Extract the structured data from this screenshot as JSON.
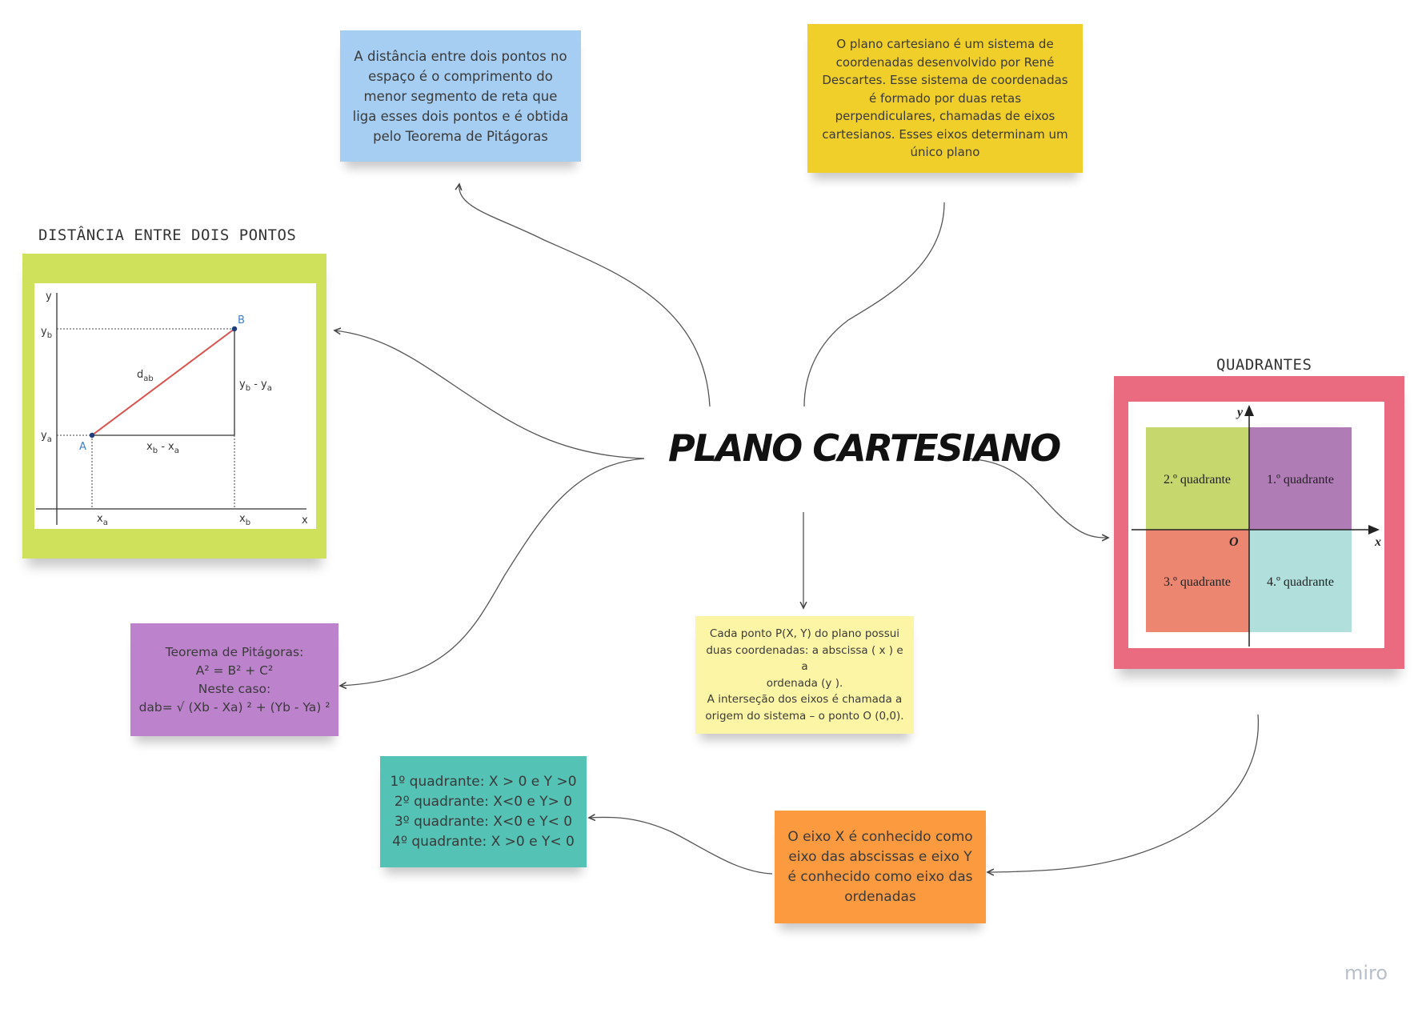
{
  "central_title": "PLANO CARTESIANO",
  "watermark": "miro",
  "notes": {
    "distance": "A distância entre dois pontos no\nespaço é o comprimento do\nmenor segmento de reta que\nliga esses dois pontos e é obtida\npelo Teorema de Pitágoras",
    "definition": "O plano cartesiano é um sistema de\ncoordenadas desenvolvido por René\nDescartes. Esse sistema de coordenadas\né formado por duas retas\nperpendiculares, chamadas de eixos\ncartesianos. Esses eixos determinam um\núnico plano",
    "pythagoras": "Teorema de Pitágoras:\nA² = B² + C²\nNeste caso:\ndab= √ (Xb - Xa) ² + (Yb - Ya) ²",
    "coordinates": "Cada ponto P(X, Y) do plano possui\nduas coordenadas: a abscissa ( x ) e\na\nordenada (y ).\nA interseção dos eixos é chamada a\norigem do sistema – o ponto O (0,0).",
    "quadrant_signs": "1º quadrante: X > 0 e Y >0\n2º quadrante: X<0 e Y> 0\n3º quadrante: X<0 e Y< 0\n4º quadrante: X >0 e Y< 0",
    "axes": "O eixo X é conhecido como\neixo das abscissas e  eixo Y\né conhecido como eixo das\nordenadas"
  },
  "distance_frame": {
    "label": "DISTÂNCIA ENTRE DOIS PONTOS",
    "axis_y": "y",
    "axis_x": "x",
    "yb": "y",
    "yb_sub": "b",
    "ya": "y",
    "ya_sub": "a",
    "xa": "x",
    "xa_sub": "a",
    "xb": "x",
    "xb_sub": "b",
    "point_a": "A",
    "point_b": "B",
    "dab": "d",
    "dab_sub": "ab",
    "dy_label": "y",
    "dy_sub1": "b",
    "dy_mid": " - y",
    "dy_sub2": "a",
    "dx_label": "x",
    "dx_sub1": "b",
    "dx_mid": " - x",
    "dx_sub2": "a",
    "segment_color": "#d9534f",
    "point_color": "#1f3d7a",
    "label_color": "#3f7fc9"
  },
  "quadrants_frame": {
    "label": "QUADRANTES",
    "axis_y": "y",
    "axis_x": "x",
    "origin": "O",
    "q1": "1.º quadrante",
    "q2": "2.º quadrante",
    "q3": "3.º quadrante",
    "q4": "4.º quadrante",
    "colors": {
      "q1": "#b07cb6",
      "q2": "#c6d76e",
      "q3": "#ec8670",
      "q4": "#b1dfdc"
    }
  }
}
